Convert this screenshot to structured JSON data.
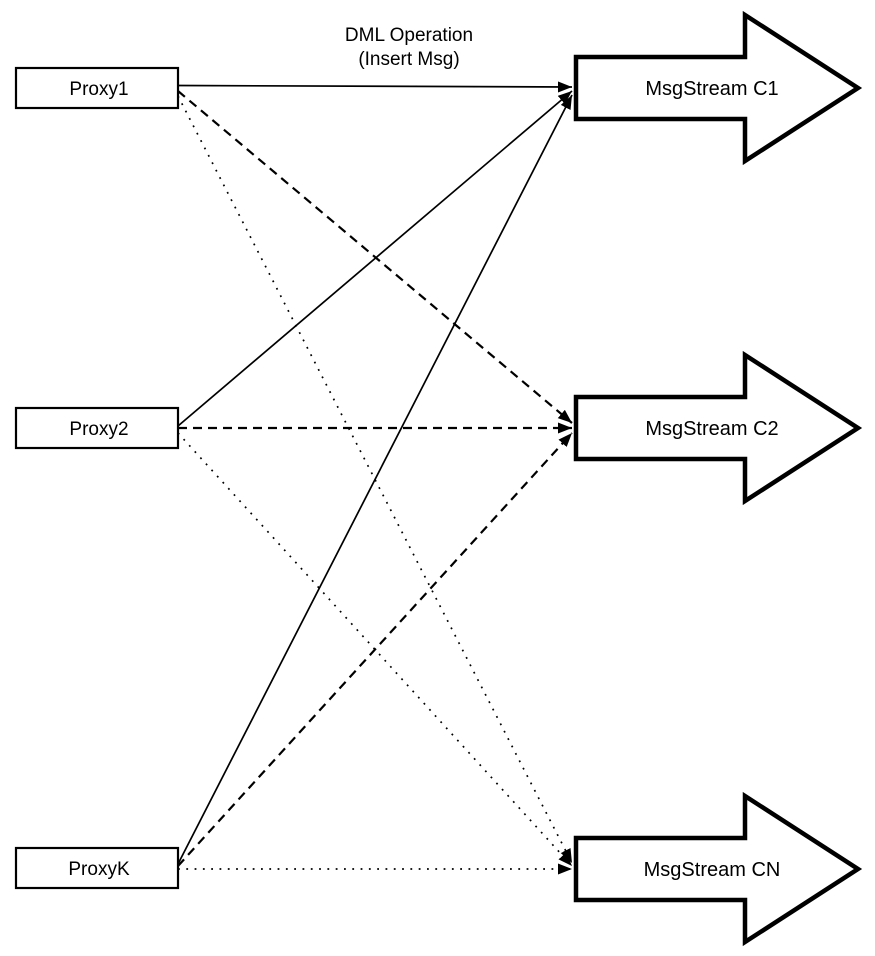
{
  "diagram": {
    "title": {
      "line1": "DML Operation",
      "line2": "(Insert Msg)"
    },
    "proxies": [
      {
        "label": "Proxy1"
      },
      {
        "label": "Proxy2"
      },
      {
        "label": "ProxyK"
      }
    ],
    "streams": [
      {
        "label": "MsgStream C1"
      },
      {
        "label": "MsgStream C2"
      },
      {
        "label": "MsgStream CN"
      }
    ],
    "edges": [
      {
        "from": "Proxy1",
        "to": "MsgStream C1",
        "style": "solid"
      },
      {
        "from": "Proxy1",
        "to": "MsgStream C2",
        "style": "dashed"
      },
      {
        "from": "Proxy1",
        "to": "MsgStream CN",
        "style": "dotted"
      },
      {
        "from": "Proxy2",
        "to": "MsgStream C1",
        "style": "solid"
      },
      {
        "from": "Proxy2",
        "to": "MsgStream C2",
        "style": "dashed"
      },
      {
        "from": "Proxy2",
        "to": "MsgStream CN",
        "style": "dotted"
      },
      {
        "from": "ProxyK",
        "to": "MsgStream C1",
        "style": "solid"
      },
      {
        "from": "ProxyK",
        "to": "MsgStream C2",
        "style": "dashed"
      },
      {
        "from": "ProxyK",
        "to": "MsgStream CN",
        "style": "dotted"
      }
    ],
    "colors": {
      "ink": "#000000",
      "paper": "#ffffff"
    }
  }
}
